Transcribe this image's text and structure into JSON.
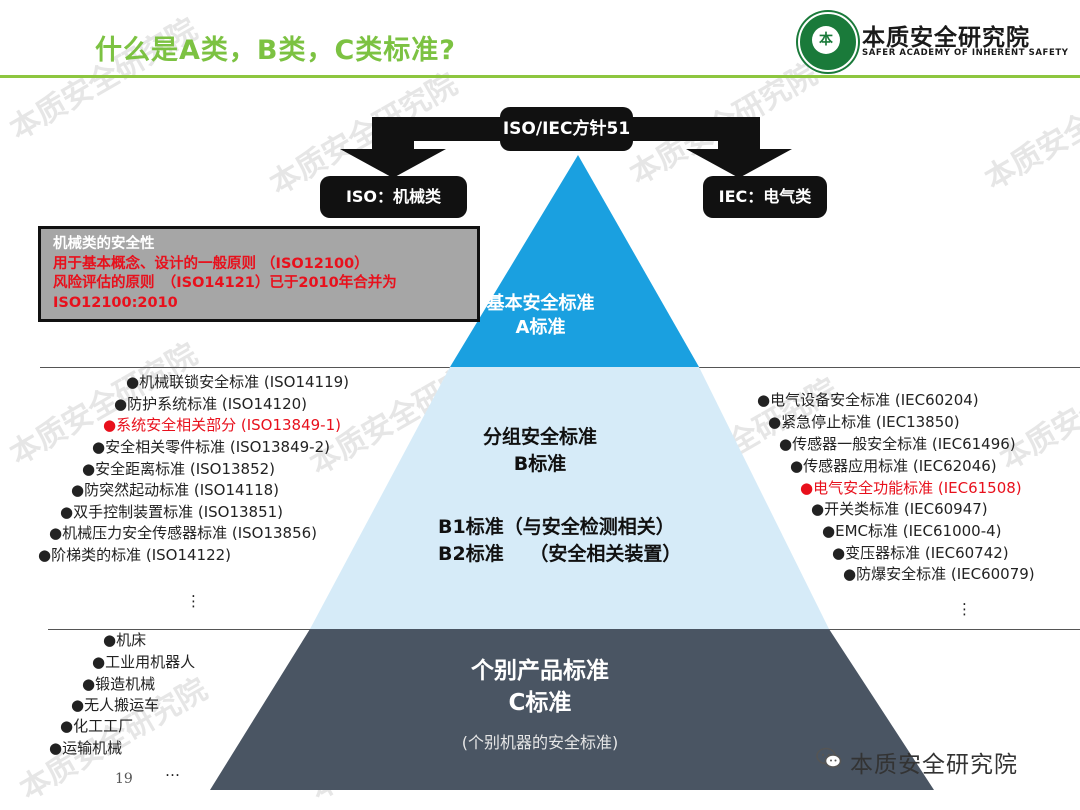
{
  "header": {
    "title": "什么是A类，B类，C类标准?",
    "logo_cn": "本质安全研究院",
    "logo_en": "SAFER ACADEMY OF INHERENT SAFETY",
    "logo_mark": "本"
  },
  "diagram": {
    "top_node": "ISO/IEC方针51",
    "left_node": "ISO：机械类",
    "right_node": "IEC：电气类",
    "level_a": [
      "基本安全标准",
      "A标准"
    ],
    "level_b": [
      "分组安全标准",
      "B标准"
    ],
    "level_b_sub": [
      "B1标准（与安全检测相关）",
      "B2标准　 （安全相关装置）"
    ],
    "level_c": [
      "个别产品标准",
      "C标准"
    ],
    "level_c_note": "(个别机器的安全标准)"
  },
  "box_a": {
    "heading": "机械类的安全性",
    "lines": [
      "用于基本概念、设计的一般原则 （ISO12100）",
      "风险评估的原则　（ISO14121）已于2010年合并为",
      "ISO12100:2010"
    ]
  },
  "left_b_list": [
    {
      "text": "●机械联锁安全标准 (ISO14119)",
      "highlight": false
    },
    {
      "text": "●防护系统标准 (ISO14120)",
      "highlight": false
    },
    {
      "text": "●系统安全相关部分 (ISO13849-1)",
      "highlight": true
    },
    {
      "text": "●安全相关零件标准 (ISO13849-2)",
      "highlight": false
    },
    {
      "text": "●安全距离标准 (ISO13852)",
      "highlight": false
    },
    {
      "text": "●防突然起动标准 (ISO14118)",
      "highlight": false
    },
    {
      "text": "●双手控制装置标准 (ISO13851)",
      "highlight": false
    },
    {
      "text": "●机械压力安全传感器标准 (ISO13856)",
      "highlight": false
    },
    {
      "text": "●阶梯类的标准 (ISO14122)",
      "highlight": false
    }
  ],
  "right_b_list": [
    {
      "text": "●电气设备安全标准 (IEC60204)",
      "highlight": false
    },
    {
      "text": "●紧急停止标准 (IEC13850)",
      "highlight": false
    },
    {
      "text": "●传感器一般安全标准  (IEC61496)",
      "highlight": false
    },
    {
      "text": "●传感器应用标准 (IEC62046)",
      "highlight": false
    },
    {
      "text": "●电气安全功能标准 (IEC61508)",
      "highlight": true
    },
    {
      "text": "●开关类标准 (IEC60947)",
      "highlight": false
    },
    {
      "text": "●EMC标准 (IEC61000-4)",
      "highlight": false
    },
    {
      "text": "●变压器标准 (IEC60742)",
      "highlight": false
    },
    {
      "text": "●防爆安全标准 (IEC60079)",
      "highlight": false
    }
  ],
  "left_c_list": [
    "●机床",
    "●工业用机器人",
    "●锻造机械",
    "●无人搬运车",
    "●化工工厂",
    "●运输机械"
  ],
  "ellipsis_v": "⋮",
  "ellipsis_h": "…",
  "page_number": "19",
  "footer_brand": "本质安全研究院",
  "watermark": "本质安全研究院",
  "colors": {
    "title_green": "#7cc242",
    "level_a": "#1aa0e0",
    "level_b": "#d6ebf8",
    "level_c": "#4a5563",
    "highlight_red": "#e8101c"
  }
}
